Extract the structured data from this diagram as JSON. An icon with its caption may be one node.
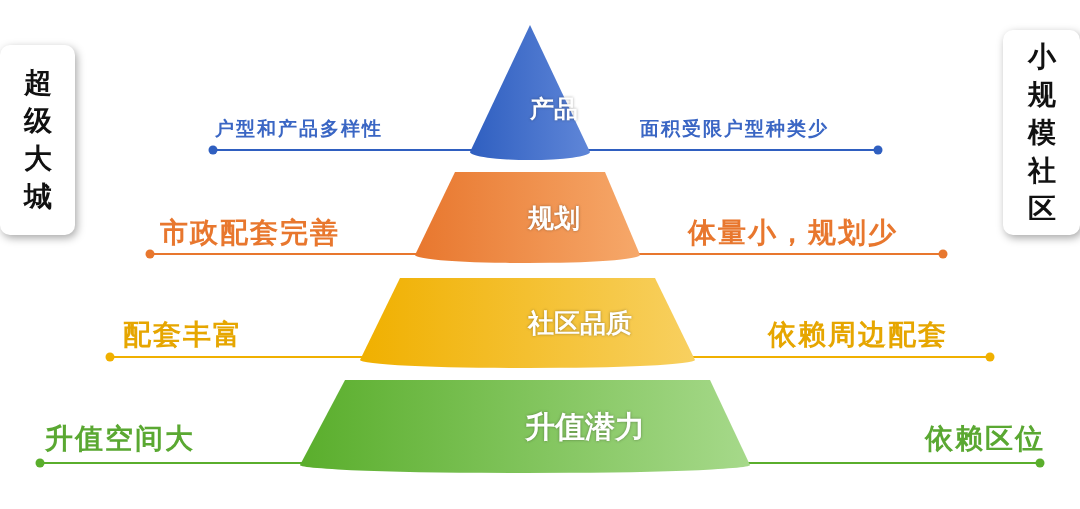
{
  "diagram": {
    "nodes": [
      {
        "text": [
          "超级大城"
        ]
      },
      {
        "text": [
          "小规模社区"
        ]
      },
      {
        "text": [
          "产品"
        ]
      },
      {
        "text": [
          "规划"
        ]
      },
      {
        "text": [
          "社区品质"
        ]
      },
      {
        "text": [
          "升值潜力"
        ]
      }
    ],
    "edges": [],
    "labels": [
      "户型和产品多样性",
      "面积受限户型种类少",
      "市政配套完善",
      "体量小，规划少",
      "配套丰富",
      "依赖周边配套",
      "升值空间大",
      "依赖区位"
    ]
  }
}
